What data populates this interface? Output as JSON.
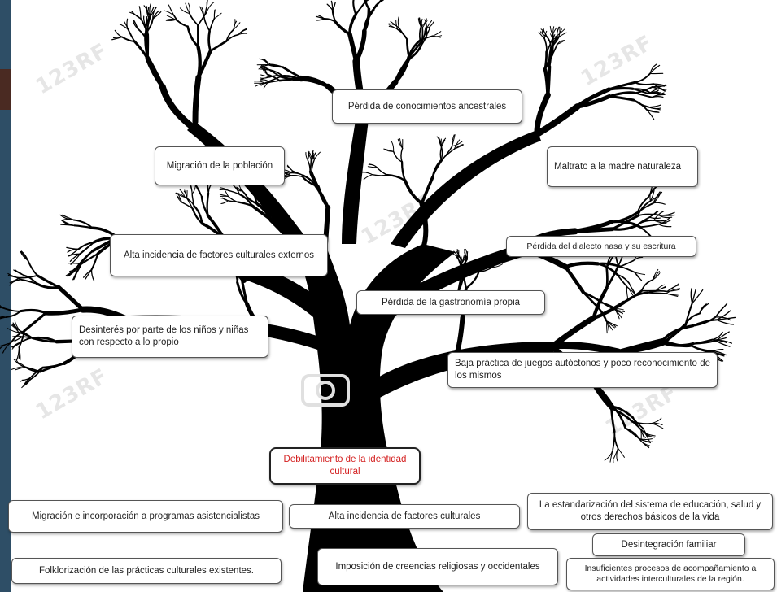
{
  "watermark": "123RF",
  "colors": {
    "tree": "#000000",
    "core_text": "#d42020",
    "sidebar": "#2e4e66"
  },
  "icons": [
    "camera-watermark-icon"
  ],
  "diagram": {
    "core_problem": "Debilitamiento de la identidad cultural",
    "effects": [
      "Pérdida de conocimientos ancestrales",
      "Migración de la población",
      "Maltrato a la madre naturaleza",
      "Alta incidencia de factores culturales externos",
      "Pérdida del dialecto nasa y su escritura",
      "Pérdida de la gastronomía propia",
      "Desinterés por parte de los niños y niñas con respecto a lo propio",
      "Baja práctica de juegos autóctonos y poco reconocimiento de los mismos"
    ],
    "causes": [
      "Migración e incorporación a programas asistencialistas",
      "Alta incidencia de factores culturales",
      "La estandarización del sistema de educación, salud y otros derechos básicos de la vida",
      "Desintegración familiar",
      "Folklorización de las prácticas culturales existentes.",
      "Imposición de creencias religiosas y occidentales",
      "Insuficientes procesos de acompañamiento a actividades interculturales de la región."
    ]
  }
}
